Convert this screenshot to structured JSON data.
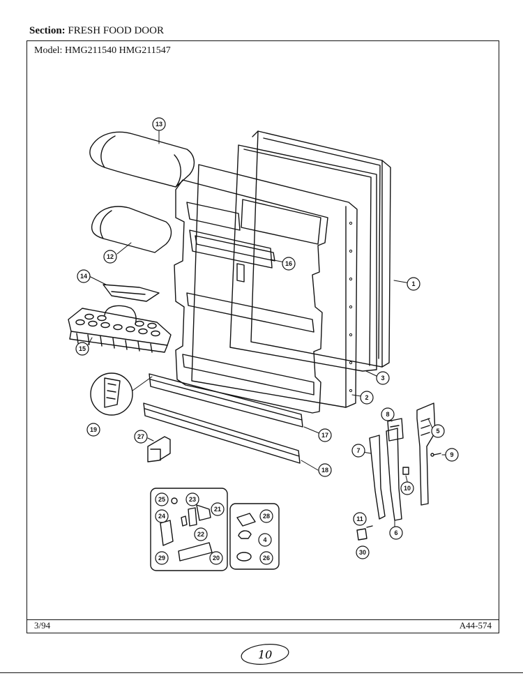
{
  "header": {
    "section_label": "Section:",
    "section_value": "FRESH FOOD DOOR",
    "model_label": "Model:",
    "model_values": "HMG211540  HMG211547"
  },
  "footer": {
    "date": "3/94",
    "code": "A44-574",
    "handwritten_page": "10"
  },
  "callouts": [
    {
      "name": "callout-13",
      "label": "13"
    },
    {
      "name": "callout-12",
      "label": "12"
    },
    {
      "name": "callout-14",
      "label": "14"
    },
    {
      "name": "callout-15",
      "label": "15"
    },
    {
      "name": "callout-16",
      "label": "16"
    },
    {
      "name": "callout-1",
      "label": "1"
    },
    {
      "name": "callout-3",
      "label": "3"
    },
    {
      "name": "callout-2",
      "label": "2"
    },
    {
      "name": "callout-19",
      "label": "19"
    },
    {
      "name": "callout-17",
      "label": "17"
    },
    {
      "name": "callout-18",
      "label": "18"
    },
    {
      "name": "callout-27",
      "label": "27"
    },
    {
      "name": "callout-8",
      "label": "8"
    },
    {
      "name": "callout-5",
      "label": "5"
    },
    {
      "name": "callout-7",
      "label": "7"
    },
    {
      "name": "callout-9",
      "label": "9"
    },
    {
      "name": "callout-10",
      "label": "10"
    },
    {
      "name": "callout-6",
      "label": "6"
    },
    {
      "name": "callout-11",
      "label": "11"
    },
    {
      "name": "callout-30",
      "label": "30"
    },
    {
      "name": "callout-25",
      "label": "25"
    },
    {
      "name": "callout-23",
      "label": "23"
    },
    {
      "name": "callout-21",
      "label": "21"
    },
    {
      "name": "callout-24",
      "label": "24"
    },
    {
      "name": "callout-22",
      "label": "22"
    },
    {
      "name": "callout-29",
      "label": "29"
    },
    {
      "name": "callout-20",
      "label": "20"
    },
    {
      "name": "callout-28",
      "label": "28"
    },
    {
      "name": "callout-4",
      "label": "4"
    },
    {
      "name": "callout-26",
      "label": "26"
    }
  ]
}
